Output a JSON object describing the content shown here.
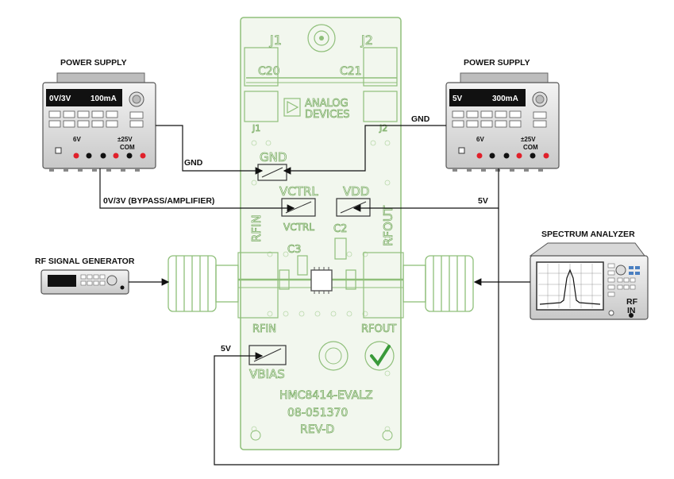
{
  "instruments": {
    "power_supply_left": {
      "title": "POWER SUPPLY",
      "display": "0V/3V",
      "current": "100mA",
      "terminal_6v": "6V",
      "terminal_25v": "±25V",
      "com": "COM"
    },
    "power_supply_right": {
      "title": "POWER SUPPLY",
      "display": "5V",
      "current": "300mA",
      "terminal_6v": "6V",
      "terminal_25v": "±25V",
      "com": "COM"
    },
    "signal_generator": {
      "title": "RF SIGNAL GENERATOR"
    },
    "spectrum_analyzer": {
      "title": "SPECTRUM ANALYZER",
      "rf_in": "RF",
      "rf_in2": "IN"
    }
  },
  "wires": {
    "gnd_left": "GND",
    "gnd_right": "GND",
    "ctrl_label": "0V/3V (BYPASS/AMPLIFIER)",
    "vdd_label": "5V",
    "vbias_label": "5V"
  },
  "board": {
    "j1": "J1",
    "j2": "J2",
    "c20": "C20",
    "c21": "C21",
    "brand1": "ANALOG",
    "brand2": "DEVICES",
    "gnd": "GND",
    "vctrl": "VCTRL",
    "vdd": "VDD",
    "rfin": "RFIN",
    "rfout": "RFOUT",
    "c2": "C2",
    "c3": "C3",
    "vbias": "VBIAS",
    "part": "HMC8414-EVALZ",
    "pn": "08-051370",
    "rev": "REV-D"
  },
  "colors": {
    "pcb_outline": "#8fbf7a",
    "pcb_fill": "#f2f7ee",
    "wire": "#111111",
    "led_red": "#e0202a",
    "lcd": "#111111",
    "check": "#3a9a3a"
  }
}
